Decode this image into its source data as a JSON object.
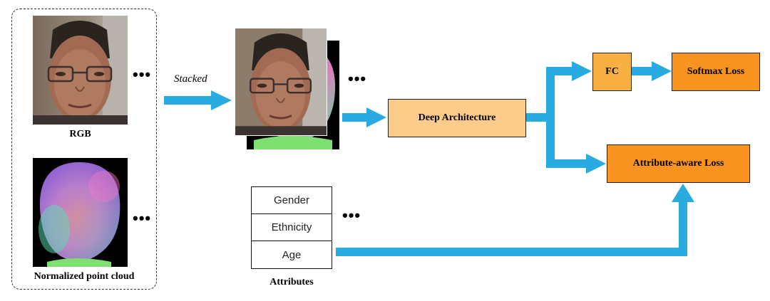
{
  "inputs": {
    "rgb_label": "RGB",
    "pointcloud_label": "Normalized point cloud",
    "ellipsis": "•••"
  },
  "stack": {
    "label": "Stacked",
    "ellipsis": "•••"
  },
  "blocks": {
    "deep_architecture": "Deep Architecture",
    "fc": "FC",
    "softmax_loss": "Softmax Loss",
    "attribute_loss": "Attribute-aware Loss"
  },
  "attributes": {
    "rows": [
      "Gender",
      "Ethnicity",
      "Age"
    ],
    "caption": "Attributes",
    "ellipsis": "•••"
  },
  "colors": {
    "arrow": "#29abe2",
    "light_orange": "#fdcb8a",
    "mid_orange": "#f9b043",
    "dark_orange": "#f7931e"
  }
}
